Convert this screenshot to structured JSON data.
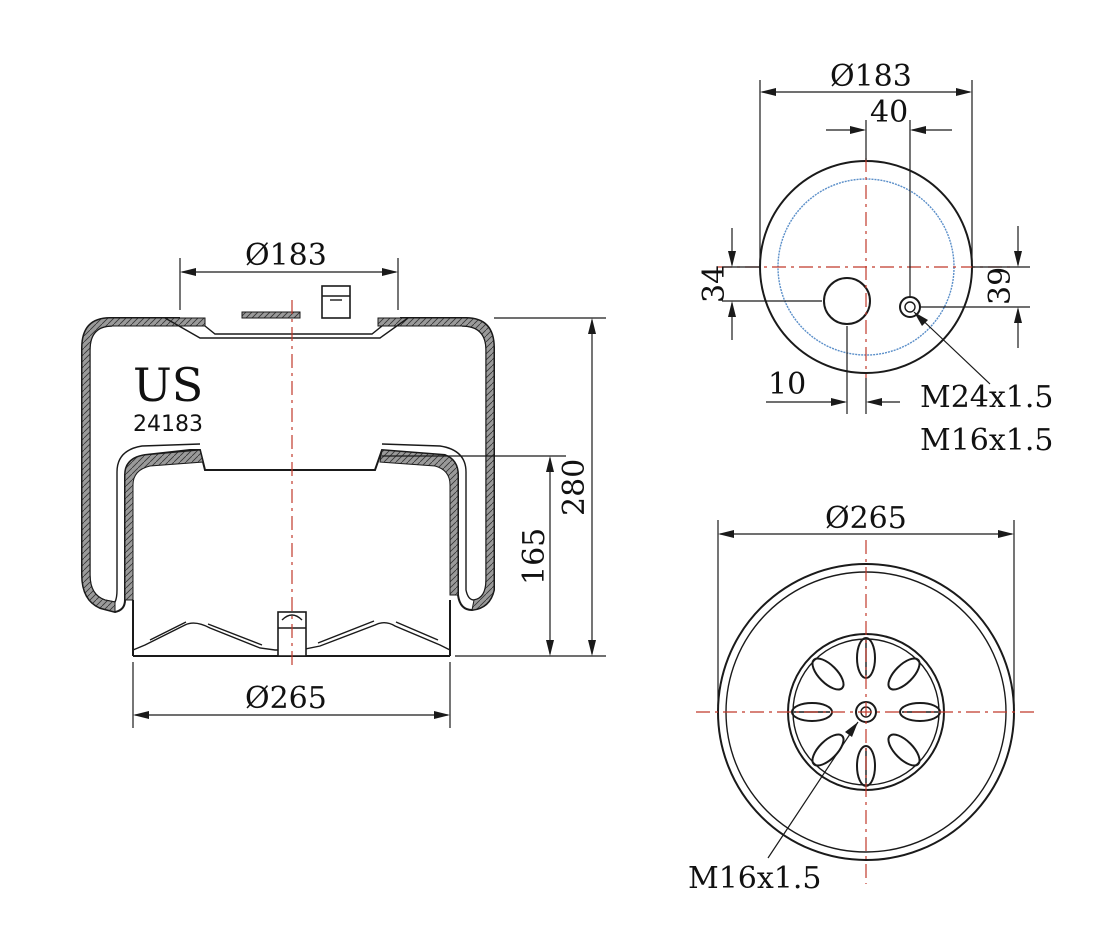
{
  "brand": "US",
  "model": "24183",
  "dimensions": {
    "side_top_diameter": "Ø183",
    "side_bottom_diameter": "Ø265",
    "overall_height": "280",
    "piston_height": "165",
    "top_view_diameter": "Ø183",
    "top_view_offset_40": "40",
    "top_view_offset_34": "34",
    "top_view_offset_39": "39",
    "top_view_offset_10": "10",
    "bottom_view_diameter": "Ø265"
  },
  "threads": {
    "top_thread_1": "M24x1.5",
    "top_thread_2": "M16x1.5",
    "bottom_thread": "M16x1.5"
  },
  "colors": {
    "centerline": "#c0392b",
    "hidden_line": "#5b8fc9",
    "line": "#1a1a1a"
  }
}
